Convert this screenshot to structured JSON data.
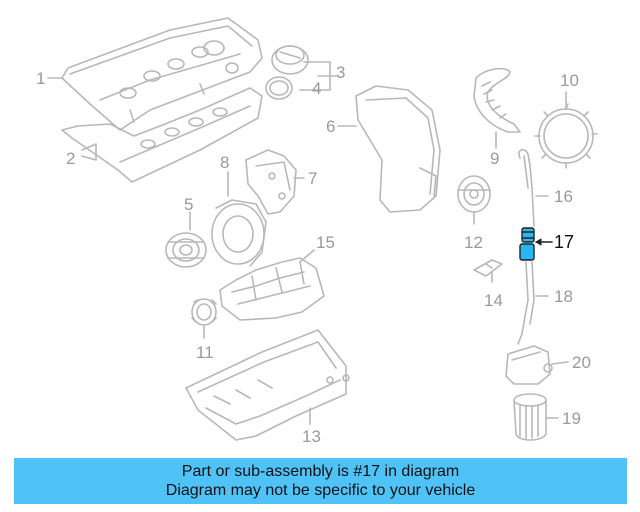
{
  "callouts": {
    "c1": "1",
    "c2": "2",
    "c3": "3",
    "c4": "4",
    "c5": "5",
    "c6": "6",
    "c7": "7",
    "c8": "8",
    "c9": "9",
    "c10": "10",
    "c11": "11",
    "c12": "12",
    "c13": "13",
    "c14": "14",
    "c15": "15",
    "c16": "16",
    "c17": "17",
    "c18": "18",
    "c19": "19",
    "c20": "20"
  },
  "highlighted_part": "17",
  "banner": {
    "line1": "Part or sub-assembly is #17 in diagram",
    "line2": "Diagram may not be specific to your vehicle"
  },
  "colors": {
    "banner_bg": "#4fc3f7",
    "highlight": "#29b6f6",
    "part_line": "#b8b8b8",
    "callout_text": "#9a9a9a"
  }
}
